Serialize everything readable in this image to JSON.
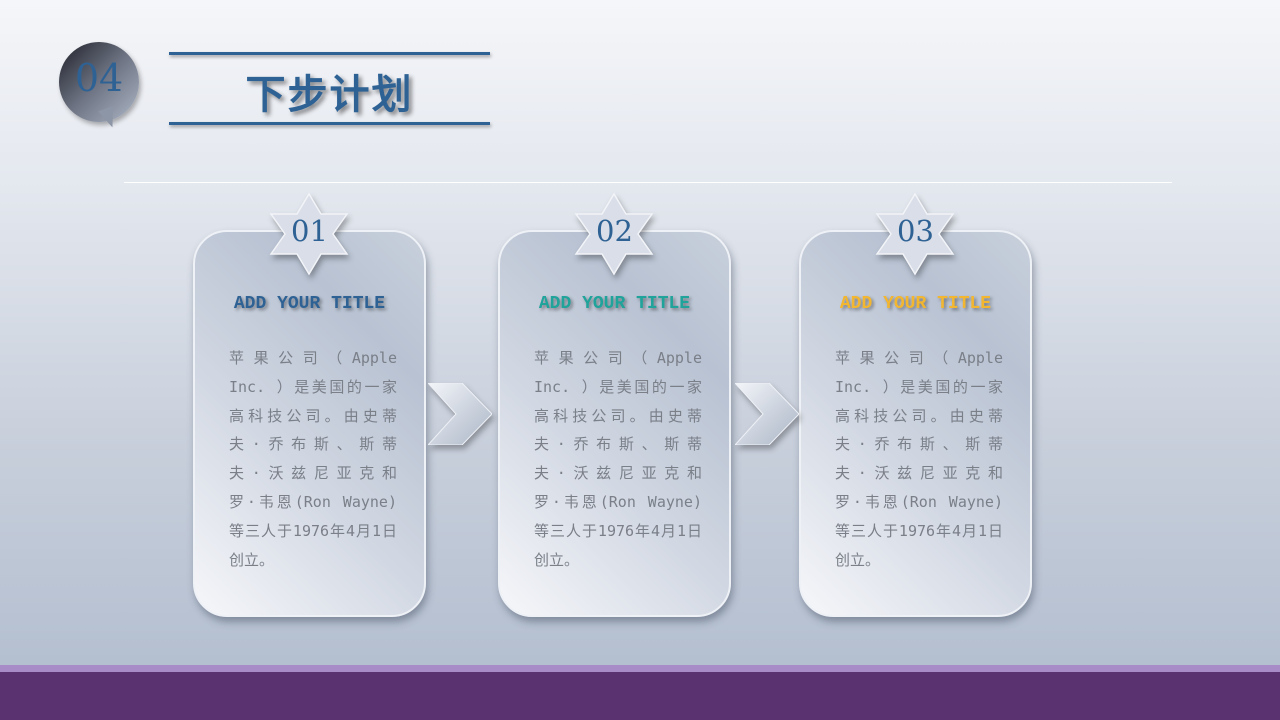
{
  "header": {
    "section_number": "04",
    "title": "下步计划"
  },
  "cards": [
    {
      "number": "01",
      "title": "ADD YOUR TITLE",
      "title_color": "#2f6294",
      "lines": [
        "苹果公司（Apple",
        "Inc. ）是美国的一家",
        "高科技公司。由史蒂",
        "夫·乔布斯、斯蒂",
        "夫·沃兹尼亚克和",
        "罗·韦恩(Ron Wayne)",
        "等三人于1976年4月1日",
        "创立。"
      ]
    },
    {
      "number": "02",
      "title": "ADD YOUR TITLE",
      "title_color": "#1fa39a",
      "lines": [
        "苹果公司（Apple",
        "Inc. ）是美国的一家",
        "高科技公司。由史蒂",
        "夫·乔布斯、斯蒂",
        "夫·沃兹尼亚克和",
        "罗·韦恩(Ron Wayne)",
        "等三人于1976年4月1日",
        "创立。"
      ]
    },
    {
      "number": "03",
      "title": "ADD YOUR TITLE",
      "title_color": "#f2b630",
      "lines": [
        "苹果公司（Apple",
        "Inc. ）是美国的一家",
        "高科技公司。由史蒂",
        "夫·乔布斯、斯蒂",
        "夫·沃兹尼亚克和",
        "罗·韦恩(Ron Wayne)",
        "等三人于1976年4月1日",
        "创立。"
      ]
    }
  ],
  "colors": {
    "accent": "#2f6294",
    "band_light": "#a88cc8",
    "band_dark": "#5b3270"
  }
}
